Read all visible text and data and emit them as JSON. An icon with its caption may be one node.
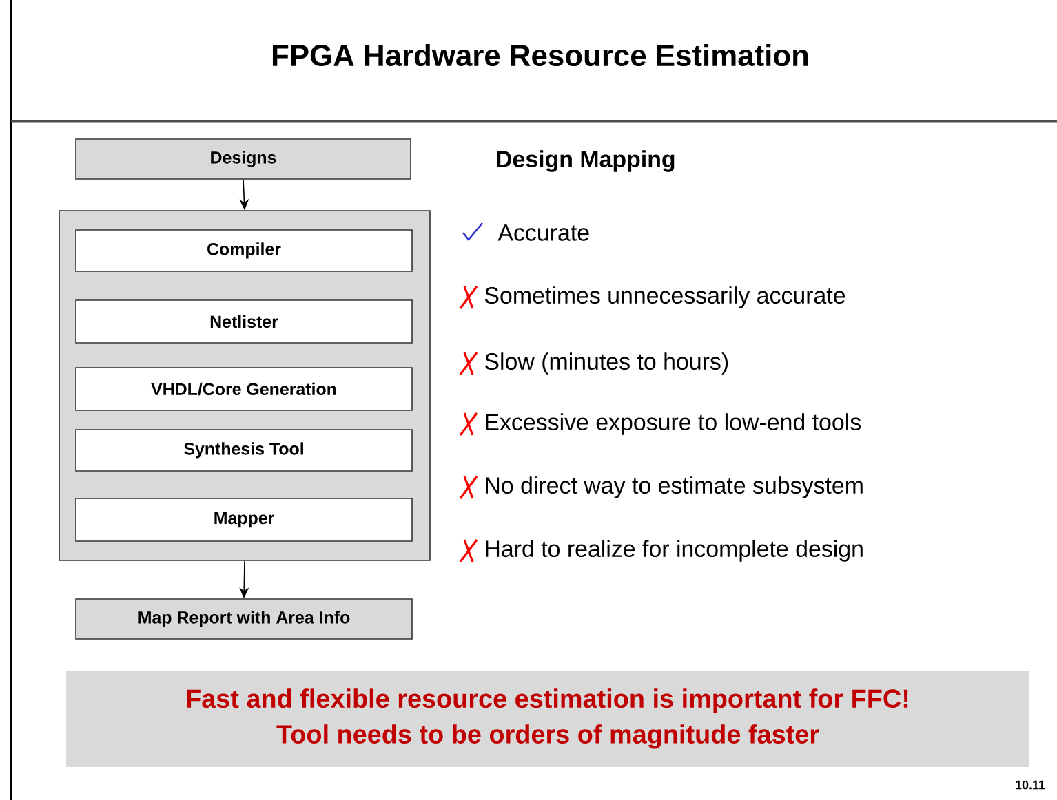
{
  "diagram": {
    "title": "FPGA Hardware Resource Estimation",
    "nodes": [
      {
        "text": [
          "Designs"
        ]
      },
      {
        "text": [],
        "shape": "box"
      },
      {
        "text": [
          "Compiler"
        ],
        "in": 1
      },
      {
        "text": [
          "Netlister"
        ],
        "in": 1
      },
      {
        "text": [
          "VHDL/Core Generation"
        ],
        "in": 1
      },
      {
        "text": [
          "Synthesis Tool"
        ],
        "in": 1
      },
      {
        "text": [
          "Mapper"
        ],
        "in": 1
      },
      {
        "text": [
          "Map Report with Area Info"
        ]
      },
      {
        "text": [
          "Fast and flexible resource estimation is important for FFC!",
          "Tool needs to be orders of magnitude faster"
        ]
      }
    ],
    "edges": [
      {
        "from": 0,
        "to": 1,
        "arrow": "to"
      },
      {
        "from": 1,
        "to": 7,
        "arrow": "to"
      }
    ],
    "labels": [
      "Design Mapping",
      "Accurate",
      "Sometimes unnecessarily accurate",
      "Slow (minutes to hours)",
      "Excessive exposure to low-end tools",
      "No direct way to estimate subsystem",
      "Hard to realize for incomplete design",
      "10.11"
    ]
  }
}
